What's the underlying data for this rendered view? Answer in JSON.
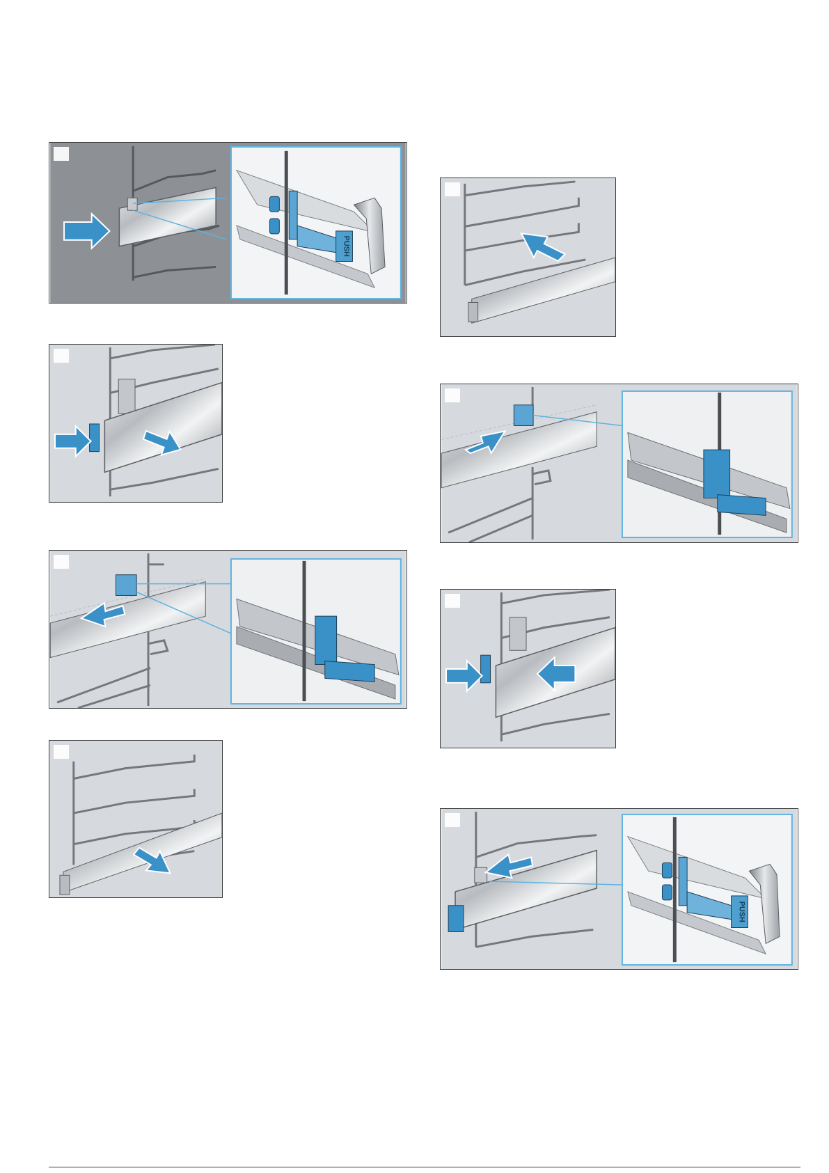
{
  "colors": {
    "frame": "#3a3a3a",
    "panel_gray": "#d6d9de",
    "panel_dark_gray": "#8d9196",
    "accent_blue": "#3a91c8",
    "inset_border": "#5eb3df",
    "rail_metal": "#a9adb2"
  },
  "labels": {
    "push": "PUSH"
  },
  "panels": [
    {
      "id": "step-a",
      "layout": "with-inset",
      "icons": [
        "arrow-right-icon",
        "push-button-icon",
        "magnify-inset"
      ]
    },
    {
      "id": "step-b",
      "layout": "single",
      "icons": [
        "arrow-right-icon",
        "arrow-right-icon"
      ]
    },
    {
      "id": "step-c",
      "layout": "with-inset",
      "icons": [
        "arrow-left-icon",
        "clip-icon",
        "magnify-inset"
      ]
    },
    {
      "id": "step-d",
      "layout": "single",
      "icons": [
        "arrow-down-right-icon"
      ]
    },
    {
      "id": "step-e",
      "layout": "single",
      "icons": [
        "arrow-up-left-icon"
      ]
    },
    {
      "id": "step-f",
      "layout": "with-inset",
      "icons": [
        "arrow-right-icon",
        "clip-icon",
        "magnify-inset"
      ]
    },
    {
      "id": "step-g",
      "layout": "single",
      "icons": [
        "arrow-right-icon",
        "arrow-left-icon"
      ]
    },
    {
      "id": "step-h",
      "layout": "with-inset",
      "icons": [
        "arrow-left-icon",
        "push-button-icon",
        "magnify-inset"
      ]
    }
  ]
}
